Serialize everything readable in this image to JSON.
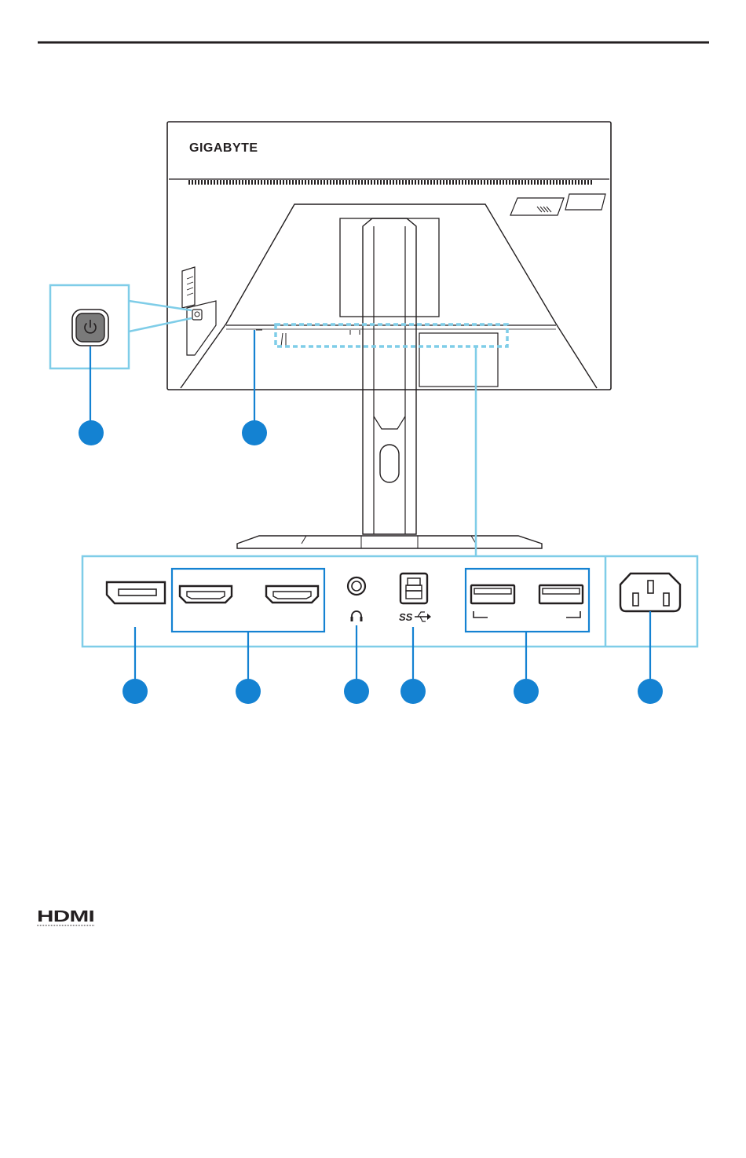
{
  "brand_label": "GIGABYTE",
  "usb_label": "SS",
  "hdmi_logo": "HDMI",
  "callouts": [
    "",
    "",
    "",
    "",
    "",
    "",
    "",
    "",
    ""
  ],
  "icons": {
    "power": "power-button-icon",
    "headphone": "headphone-icon",
    "usb_ss": "usb-superspeed-icon",
    "displayport": "displayport-port-icon",
    "hdmi": "hdmi-port-icon",
    "usb_a": "usb-a-port-icon",
    "usb_b": "usb-b-port-icon",
    "ac": "ac-power-inlet-icon"
  },
  "colors": {
    "callout_blue": "#1482d2",
    "highlight_cyan": "#7fcde8",
    "outline": "#231f20",
    "power_button": "#7a7a7a"
  }
}
